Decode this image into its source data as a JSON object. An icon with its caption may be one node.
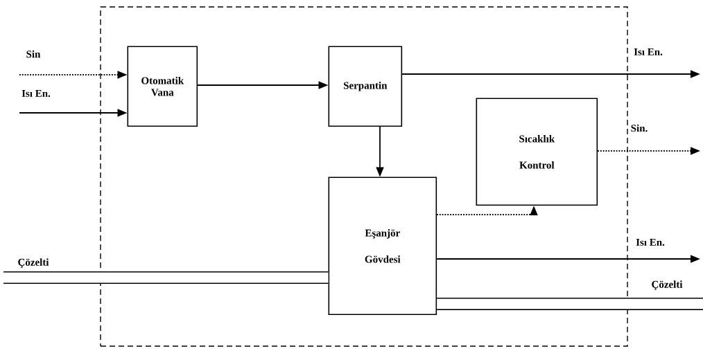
{
  "diagram": {
    "nodes": [
      {
        "text": [],
        "shape": "box"
      },
      {
        "text": [
          "Otomatik Vana"
        ],
        "in": 0
      },
      {
        "text": [
          "Serpantin"
        ],
        "in": 0
      },
      {
        "text": [
          "Sıcaklık Kontrol"
        ],
        "in": 0
      },
      {
        "text": [
          "Eşanjör Gövdesi"
        ],
        "in": 0
      }
    ],
    "edges": [
      {
        "from": null,
        "to": 1,
        "arrow": "to",
        "label": "Sin",
        "style": "dashed"
      },
      {
        "from": null,
        "to": 1,
        "arrow": "to",
        "label": "Isı En."
      },
      {
        "from": 1,
        "to": 2,
        "arrow": "to"
      },
      {
        "from": 2,
        "to": 4,
        "arrow": "to"
      },
      {
        "from": 2,
        "to": null,
        "arrow": "to",
        "label": "Isı En."
      },
      {
        "from": 3,
        "to": null,
        "arrow": "to",
        "label": "Sin.",
        "style": "dashed"
      },
      {
        "from": 4,
        "to": 3,
        "arrow": "to",
        "style": "dashed"
      },
      {
        "from": 4,
        "to": null,
        "arrow": "to",
        "label": "Isı En."
      },
      {
        "from": null,
        "to": 4,
        "arrow": "none",
        "label": "Çözelti",
        "style": "thick"
      },
      {
        "from": 4,
        "to": null,
        "arrow": "none",
        "label": "Çözelti",
        "style": "thick"
      }
    ]
  }
}
